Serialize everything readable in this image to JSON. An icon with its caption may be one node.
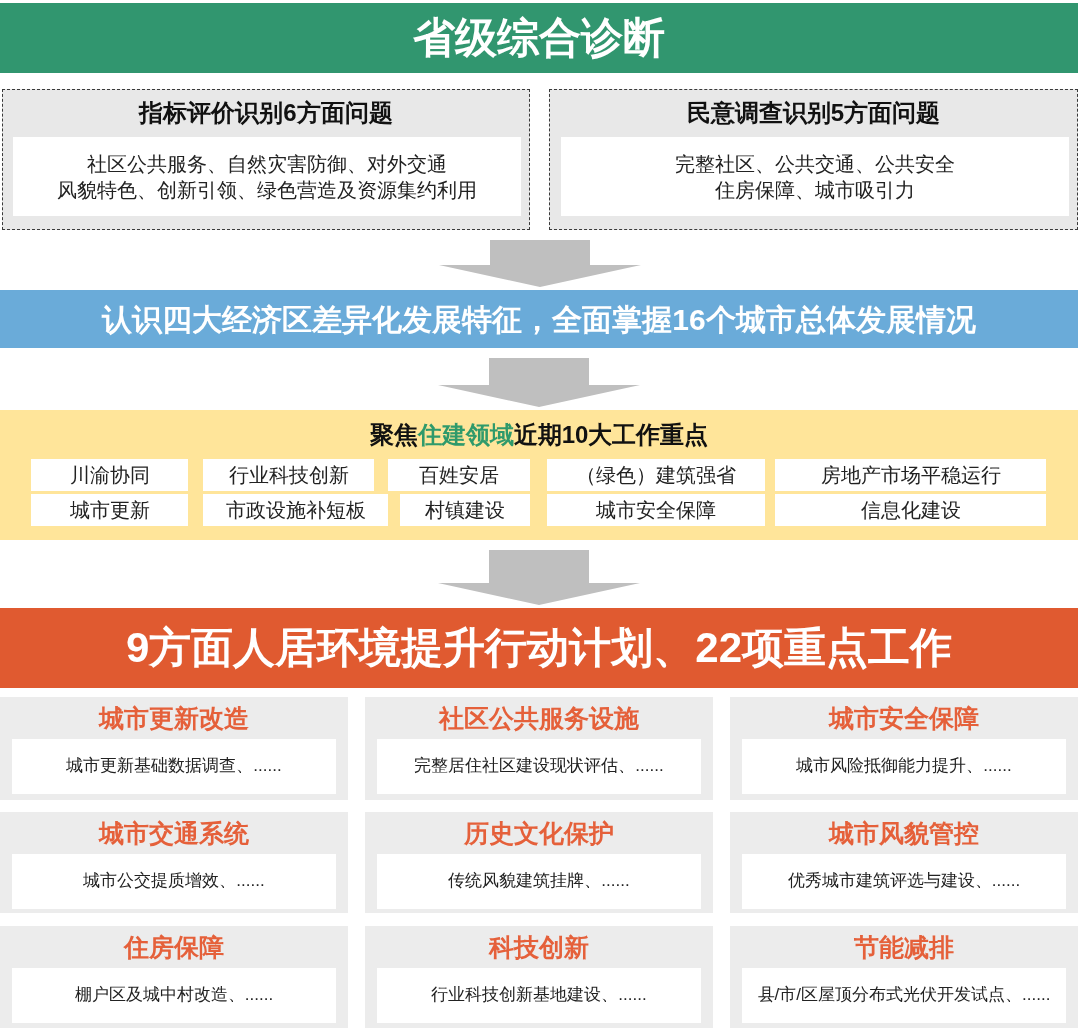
{
  "diagram": {
    "nodes": [
      {
        "text": [
          "省级综合诊断"
        ]
      },
      {
        "text": [
          "指标评价识别6方面问题"
        ]
      },
      {
        "text": [
          "社区公共服务、自然灾害防御、对外交通",
          "风貌特色、创新引领、绿色营造及资源集约利用"
        ],
        "in": 1
      },
      {
        "text": [
          "民意调查识别5方面问题"
        ]
      },
      {
        "text": [
          "完整社区、公共交通、公共安全",
          "住房保障、城市吸引力"
        ],
        "in": 3
      },
      {
        "text": [
          "认识四大经济区差异化发展特征，全面掌握16个城市总体发展情况"
        ]
      },
      {
        "text": [
          "聚焦**住建领域**近期10大工作重点"
        ]
      },
      {
        "text": [
          "川渝协同"
        ],
        "in": 6
      },
      {
        "text": [
          "行业科技创新"
        ],
        "in": 6
      },
      {
        "text": [
          "百姓安居"
        ],
        "in": 6
      },
      {
        "text": [
          "（绿色）建筑强省"
        ],
        "in": 6
      },
      {
        "text": [
          "房地产市场平稳运行"
        ],
        "in": 6
      },
      {
        "text": [
          "城市更新"
        ],
        "in": 6
      },
      {
        "text": [
          "市政设施补短板"
        ],
        "in": 6
      },
      {
        "text": [
          "村镇建设"
        ],
        "in": 6
      },
      {
        "text": [
          "城市安全保障"
        ],
        "in": 6
      },
      {
        "text": [
          "信息化建设"
        ],
        "in": 6
      },
      {
        "text": [
          "9方面人居环境提升行动计划、22项重点工作"
        ]
      },
      {
        "text": [
          "城市更新改造"
        ]
      },
      {
        "text": [
          "城市更新基础数据调查、......"
        ],
        "in": 18
      },
      {
        "text": [
          "社区公共服务设施"
        ]
      },
      {
        "text": [
          "完整居住社区建设现状评估、......"
        ],
        "in": 20
      },
      {
        "text": [
          "城市安全保障"
        ]
      },
      {
        "text": [
          "城市风险抵御能力提升、......"
        ],
        "in": 22
      },
      {
        "text": [
          "城市交通系统"
        ]
      },
      {
        "text": [
          "城市公交提质增效、......"
        ],
        "in": 24
      },
      {
        "text": [
          "历史文化保护"
        ]
      },
      {
        "text": [
          "传统风貌建筑挂牌、......"
        ],
        "in": 26
      },
      {
        "text": [
          "城市风貌管控"
        ]
      },
      {
        "text": [
          "优秀城市建筑评选与建设、......"
        ],
        "in": 28
      },
      {
        "text": [
          "住房保障"
        ]
      },
      {
        "text": [
          "棚户区及城中村改造、......"
        ],
        "in": 30
      },
      {
        "text": [
          "科技创新"
        ]
      },
      {
        "text": [
          "行业科技创新基地建设、......"
        ],
        "in": 32
      },
      {
        "text": [
          "节能减排"
        ]
      },
      {
        "text": [
          "县/市/区屋顶分布式光伏开发试点、......"
        ],
        "in": 34
      }
    ],
    "edges": [
      {
        "from": 1,
        "to": 5,
        "arrow": "to"
      },
      {
        "from": 3,
        "to": 5,
        "arrow": "to"
      },
      {
        "from": 5,
        "to": 6,
        "arrow": "to"
      },
      {
        "from": 6,
        "to": 17,
        "arrow": "to"
      }
    ]
  }
}
